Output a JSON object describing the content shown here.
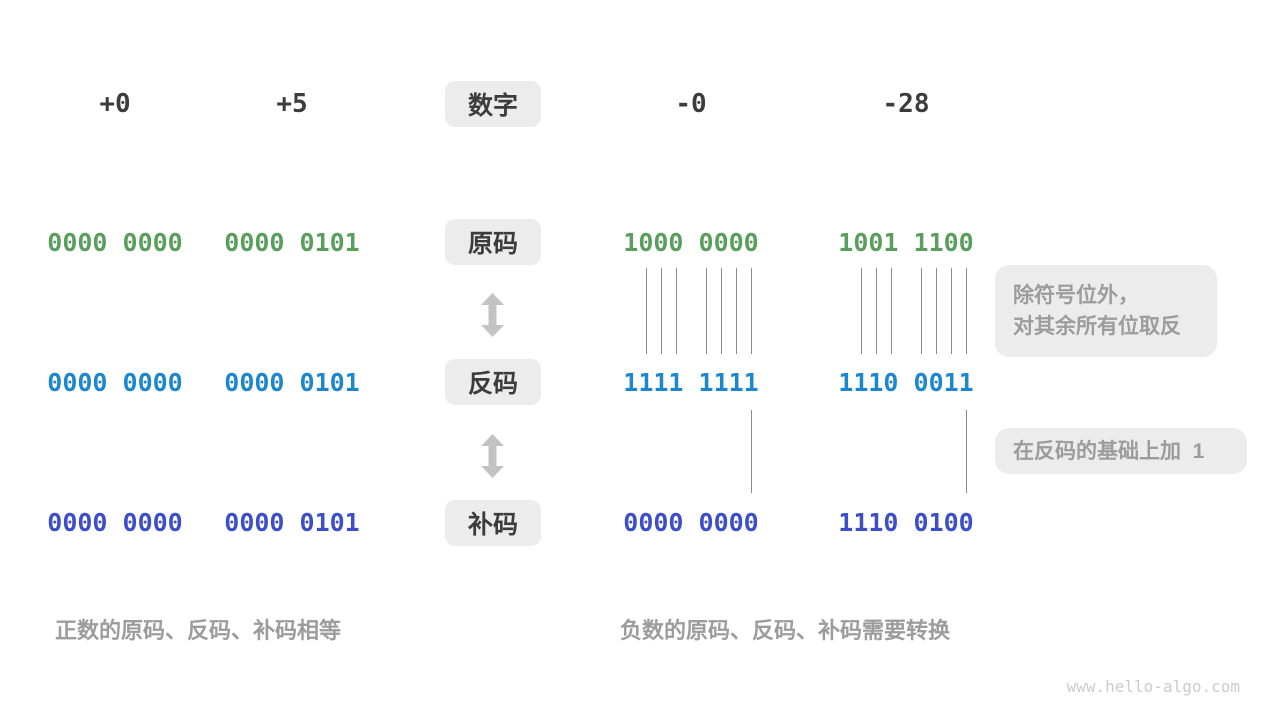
{
  "palette": {
    "sign_magnitude_green": "#5a9e5e",
    "ones_complement_blue": "#1c87cc",
    "twos_complement_indigo": "#3c4ec8",
    "dark_text": "#3c3c3c",
    "gray_text": "#9c9c9c",
    "badge_background": "#ececec",
    "connector_line": "#8b8b8b",
    "arrow_gray": "#c3c3c3",
    "watermark_gray": "#cccccc"
  },
  "header": {
    "badge": "数字",
    "columns": [
      "+0",
      "+5",
      "-0",
      "-28"
    ]
  },
  "rows": [
    {
      "badge": "原码",
      "values": [
        "0000 0000",
        "0000 0101",
        "1000 0000",
        "1001 1100"
      ]
    },
    {
      "badge": "反码",
      "values": [
        "0000 0000",
        "0000 0101",
        "1111 1111",
        "1110 0011"
      ]
    },
    {
      "badge": "补码",
      "values": [
        "0000 0000",
        "0000 0101",
        "0000 0000",
        "1110 0100"
      ]
    }
  ],
  "annotations": {
    "invert_line1": "除符号位外，",
    "invert_line2": "对其余所有位取反",
    "add_one": "在反码的基础上加  1"
  },
  "captions": {
    "positive": "正数的原码、反码、补码相等",
    "negative": "负数的原码、反码、补码需要转换"
  },
  "watermark": "www.hello-algo.com"
}
